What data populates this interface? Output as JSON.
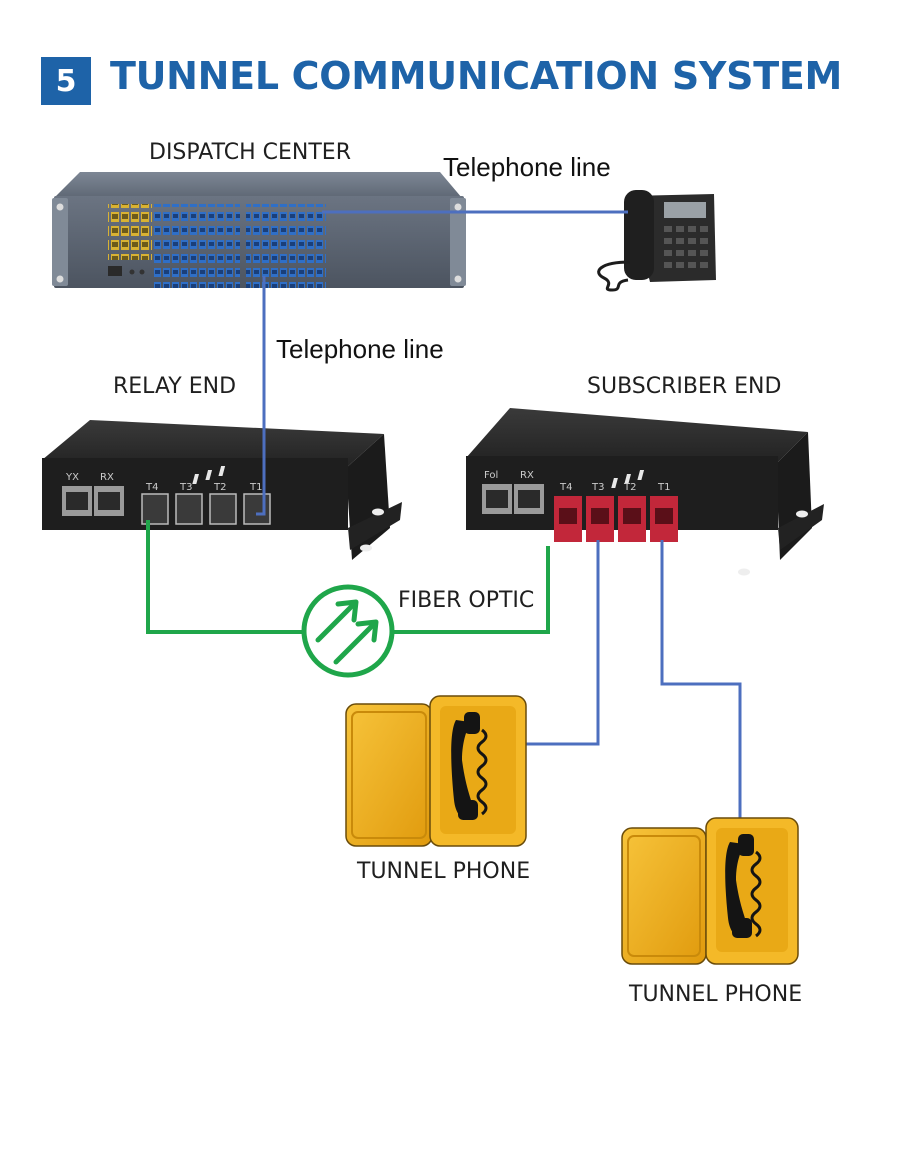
{
  "header": {
    "section_number": "5",
    "title": "TUNNEL COMMUNICATION SYSTEM"
  },
  "labels": {
    "dispatch_center": "DISPATCH CENTER",
    "telephone_line_top": "Telephone line",
    "telephone_line_mid": "Telephone line",
    "relay_end": "RELAY END",
    "subscriber_end": "SUBSCRIBER END",
    "fiber_optic": "FIBER OPTIC",
    "tunnel_phone_1": "TUNNEL PHONE",
    "tunnel_phone_2": "TUNNEL PHONE"
  },
  "relay_ports": {
    "p1": "YX",
    "p2": "RX",
    "t4": "T4",
    "t3": "T3",
    "t2": "T2",
    "t1": "T1"
  },
  "subscriber_ports": {
    "p1": "Fol",
    "p2": "RX",
    "t4": "T4",
    "t3": "T3",
    "t2": "T2",
    "t1": "T1"
  },
  "colors": {
    "accent": "#1e63a8",
    "telephone_line": "#4d6fbf",
    "fiber_line": "#1fa64a",
    "phone_housing": "#f2b21a",
    "device_body": "#2a2a2a",
    "rj11_red": "#c2273a"
  }
}
